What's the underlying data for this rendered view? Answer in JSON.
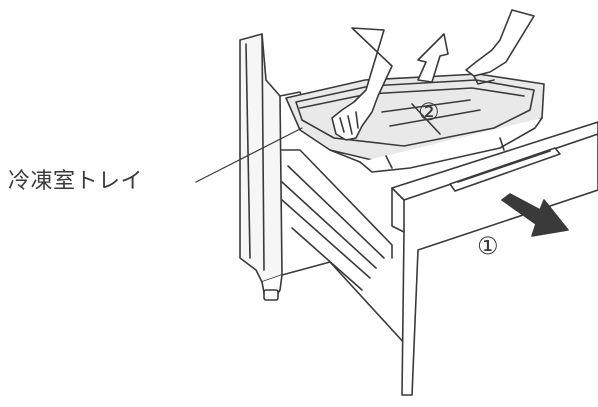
{
  "callout": {
    "label": "冷凍室トレイ"
  },
  "steps": {
    "step1": "①",
    "step2": "②"
  },
  "colors": {
    "line": "#3a3a3a",
    "arrow": "#3a3a3a",
    "gray_fill": "#e9e9e9",
    "background": "#ffffff"
  },
  "icons": {
    "pull_arrow": "arrow-right-down-icon",
    "lift_arrow": "arrow-up-icon"
  }
}
